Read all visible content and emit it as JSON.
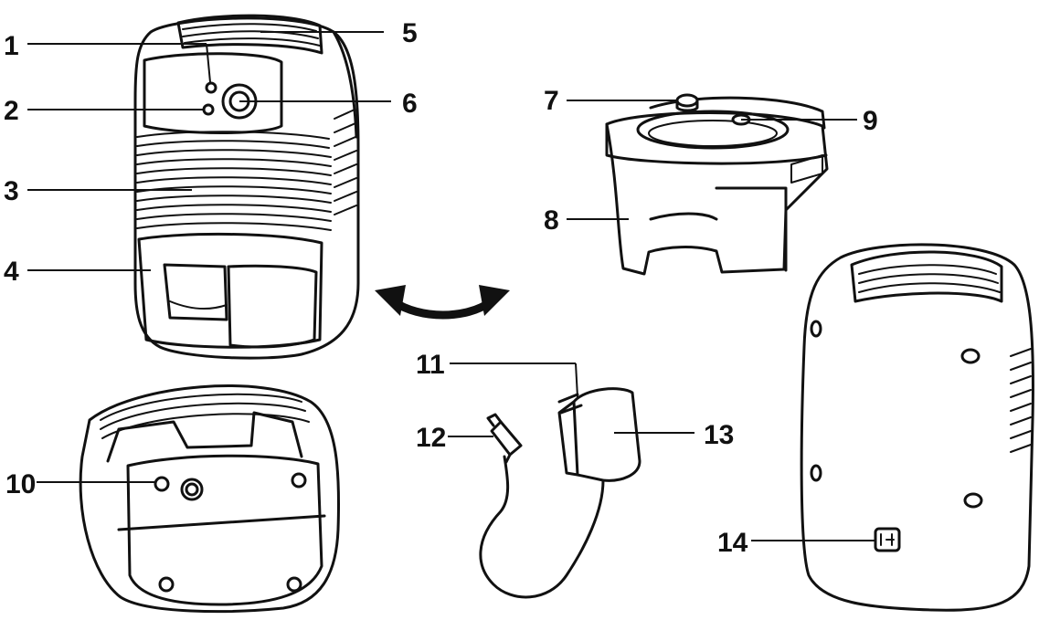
{
  "callouts": [
    {
      "id": "1",
      "label": "1"
    },
    {
      "id": "2",
      "label": "2"
    },
    {
      "id": "3",
      "label": "3"
    },
    {
      "id": "4",
      "label": "4"
    },
    {
      "id": "5",
      "label": "5"
    },
    {
      "id": "6",
      "label": "6"
    },
    {
      "id": "7",
      "label": "7"
    },
    {
      "id": "8",
      "label": "8"
    },
    {
      "id": "9",
      "label": "9"
    },
    {
      "id": "10",
      "label": "10"
    },
    {
      "id": "11",
      "label": "11"
    },
    {
      "id": "12",
      "label": "12"
    },
    {
      "id": "13",
      "label": "13"
    },
    {
      "id": "14",
      "label": "14"
    }
  ],
  "colors": {
    "ink": "#111111",
    "background": "#ffffff"
  },
  "icons": [
    "dehumidifier-front-view",
    "water-tank",
    "dehumidifier-bottom-view",
    "power-adapter",
    "dehumidifier-back-view",
    "double-arrow-icon"
  ]
}
